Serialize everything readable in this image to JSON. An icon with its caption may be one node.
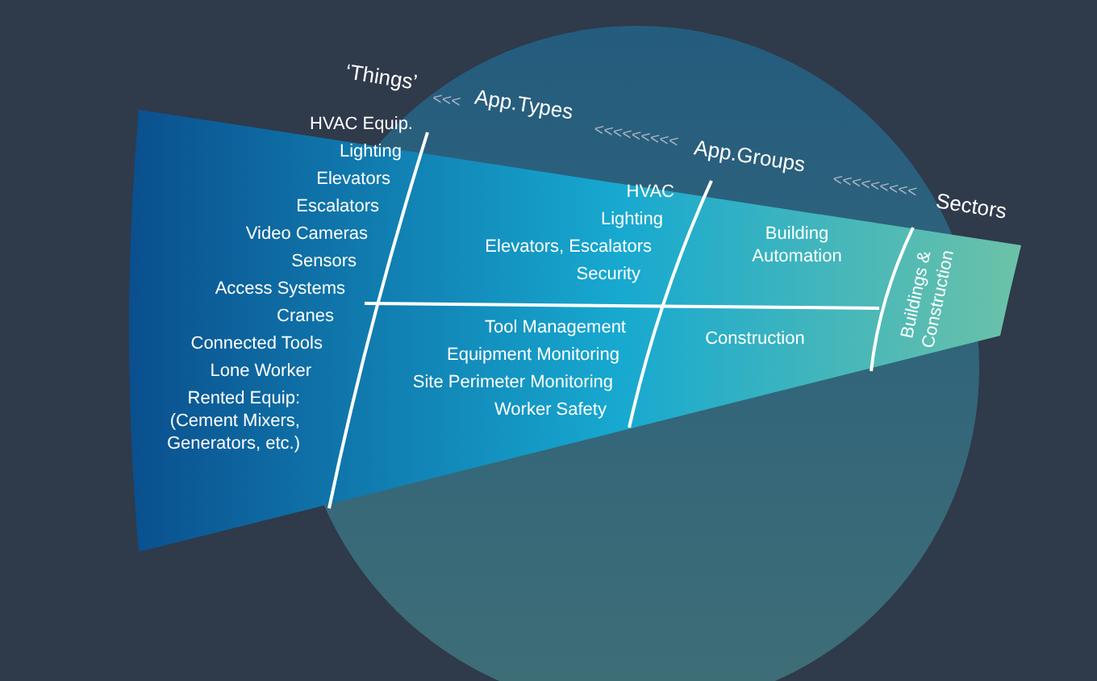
{
  "diagram": {
    "nodes": [
      {
        "text": [
          "HVAC Equip.",
          "Lighting",
          "Elevators",
          "Escalators",
          "Video Cameras",
          "Sensors",
          "Access Systems",
          "Cranes",
          "Connected Tools",
          "Lone Worker",
          "Rented Equip: (Cement Mixers, Generators, etc.)"
        ]
      },
      {
        "text": [
          "HVAC",
          "Lighting",
          "Elevators, Escalators",
          "Security"
        ]
      },
      {
        "text": [
          "Tool Management",
          "Equipment Monitoring",
          "Site Perimeter Monitoring",
          "Worker Safety"
        ]
      },
      {
        "text": [
          "Building Automation"
        ]
      },
      {
        "text": [
          "Construction"
        ]
      },
      {
        "text": [
          "Buildings & Construction"
        ]
      }
    ],
    "labels": [
      "‘Things’",
      "<<<",
      "App.Types",
      "<<<<<<<<<",
      "App.Groups",
      "<<<<<<<<<",
      "Sectors"
    ]
  }
}
